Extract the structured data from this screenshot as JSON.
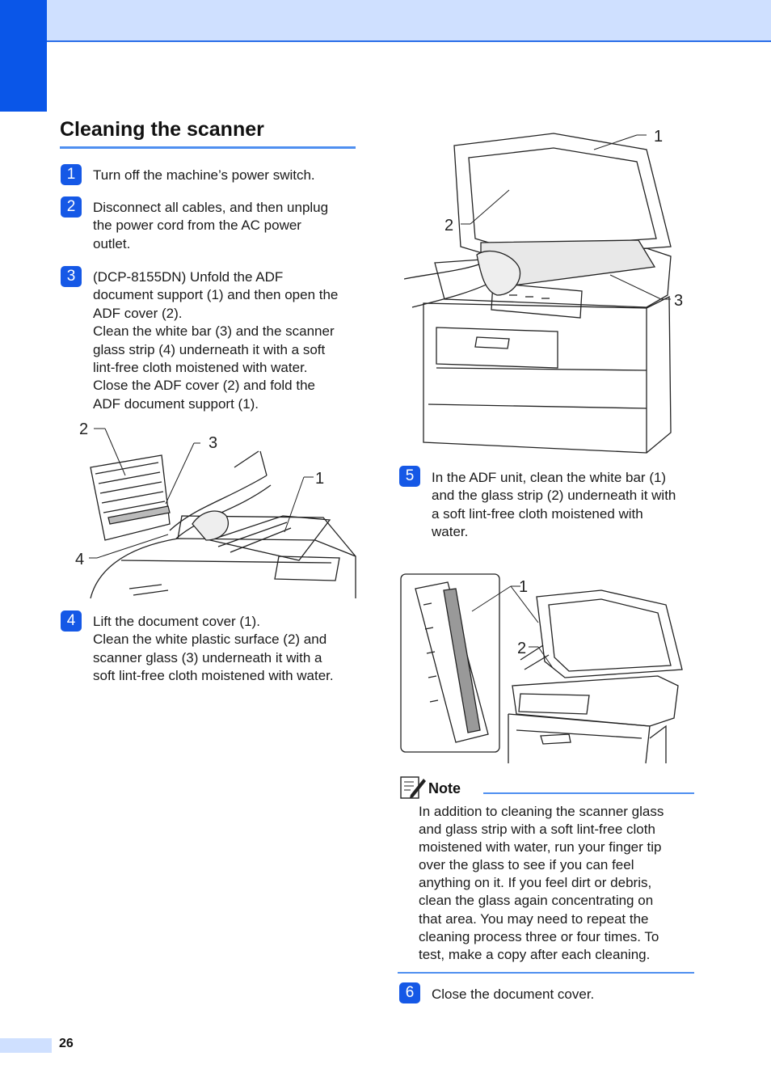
{
  "section": {
    "title": "Cleaning the scanner"
  },
  "steps": [
    {
      "num": "1",
      "lines": [
        "Turn off the machine’s power switch."
      ]
    },
    {
      "num": "2",
      "lines": [
        "Disconnect all cables, and then unplug",
        "the power cord from the AC power",
        "outlet."
      ]
    },
    {
      "num": "3",
      "lines": [
        "(DCP-8155DN) Unfold the ADF",
        "document support (1) and then open the",
        "ADF cover (2).",
        "Clean the white bar (3) and the scanner",
        "glass strip (4) underneath it with a soft",
        "lint-free cloth moistened with water.",
        "Close the ADF cover (2) and fold the",
        "ADF document support (1)."
      ]
    },
    {
      "num": "4",
      "lines": [
        "Lift the document cover (1).",
        "Clean the white plastic surface (2) and",
        "scanner glass (3) underneath it with a",
        "soft lint-free cloth moistened with water."
      ]
    },
    {
      "num": "5",
      "lines": [
        "In the ADF unit, clean the white bar (1)",
        "and the glass strip (2) underneath it with",
        "a soft lint-free cloth moistened with",
        "water."
      ]
    },
    {
      "num": "6",
      "lines": [
        "Close the document cover."
      ]
    }
  ],
  "figures": {
    "adf": {
      "callouts": [
        "2",
        "3",
        "1",
        "4"
      ]
    },
    "document_cover": {
      "callouts": [
        "1",
        "2",
        "3"
      ]
    },
    "adf_unit": {
      "callouts": [
        "1",
        "2"
      ]
    }
  },
  "note": {
    "title": "Note",
    "lines": [
      "In addition to cleaning the scanner glass",
      "and glass strip with a soft lint-free cloth",
      "moistened with water, run your finger tip",
      "over the glass to see if you can feel",
      "anything on it. If you feel dirt or debris,",
      "clean the glass again concentrating on",
      "that area. You may need to repeat the",
      "cleaning process three or four times. To",
      "test, make a copy after each cleaning."
    ]
  },
  "footer": {
    "page_number": "26"
  },
  "colors": {
    "accent": "#1558e6",
    "band": "#cfe0ff",
    "rule": "#4f8ff0"
  }
}
